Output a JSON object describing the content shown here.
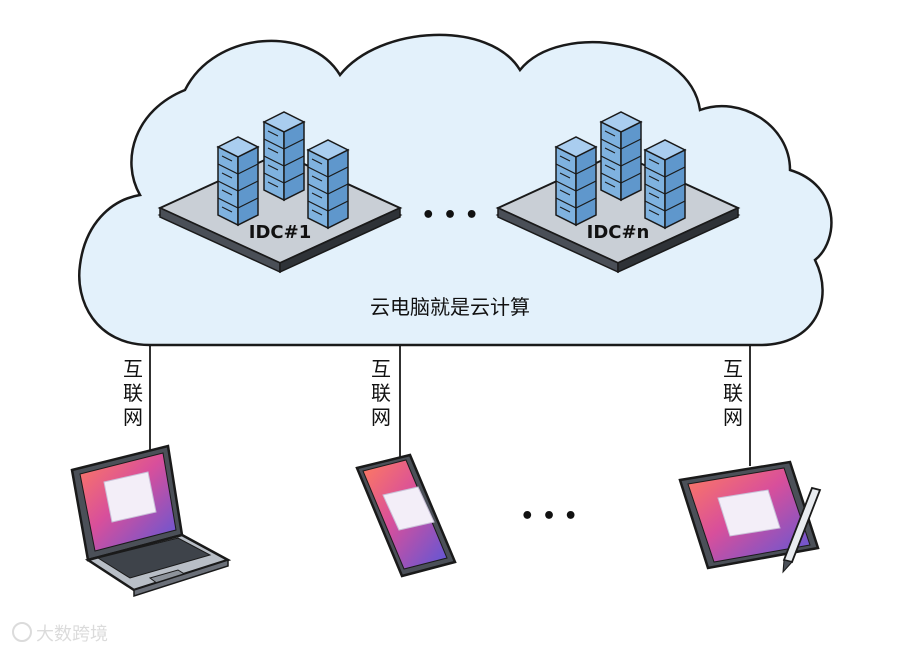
{
  "cloud": {
    "label": "云电脑就是云计算",
    "fill": "#e3f1fb",
    "stroke": "#1a1a1a"
  },
  "datacenters": [
    {
      "label": "IDC#1"
    },
    {
      "label": "IDC#n"
    }
  ],
  "between_dc_ellipsis": "• • •",
  "connections": [
    {
      "label": "互\n联\n网"
    },
    {
      "label": "互\n联\n网"
    },
    {
      "label": "互\n联\n网"
    }
  ],
  "devices": [
    {
      "type": "laptop",
      "icon": "laptop-icon"
    },
    {
      "type": "phone",
      "icon": "phone-icon"
    },
    {
      "type": "tablet",
      "icon": "tablet-icon"
    }
  ],
  "between_device_ellipsis": "• • •",
  "watermark": {
    "text": "大数跨境"
  },
  "colors": {
    "server": "#7fb2df",
    "server_dark": "#4d86c0",
    "platform": "#c9cfd6",
    "screen_a": "#ff6f6f",
    "screen_b": "#7a5bd6"
  }
}
